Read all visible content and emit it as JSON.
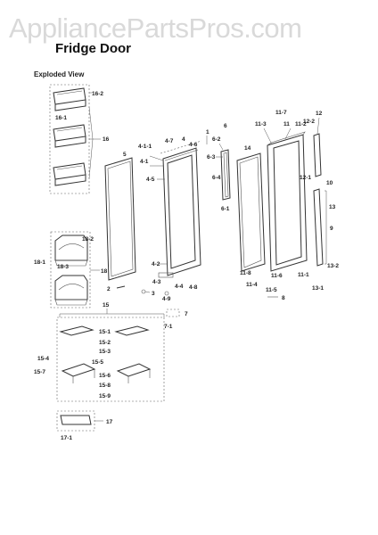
{
  "watermark": "AppliancePartsPros.com",
  "title": "Fridge Door",
  "subtitle": "Exploded View",
  "callouts": {
    "c16_2": "16-2",
    "c16_1": "16-1",
    "c16": "16",
    "c18_2": "18-2",
    "c18_1": "18-1",
    "c18_3": "18-3",
    "c18": "18",
    "c5": "5",
    "c2": "2",
    "c3": "3",
    "c4_1_1": "4-1-1",
    "c4_7": "4-7",
    "c4": "4",
    "c4_6": "4-6",
    "c4_1": "4-1",
    "c4_5": "4-5",
    "c4_2": "4-2",
    "c4_3": "4-3",
    "c4_4": "4-4",
    "c4_8": "4-8",
    "c4_9": "4-9",
    "c1": "1",
    "c6": "6",
    "c6_2": "6-2",
    "c6_3": "6-3",
    "c6_4": "6-4",
    "c6_1": "6-1",
    "c14": "14",
    "c11_7": "11-7",
    "c11_3": "11-3",
    "c11": "11",
    "c11_2": "11-2",
    "c12_2": "12-2",
    "c12": "12",
    "c12_1": "12-1",
    "c10": "10",
    "c13": "13",
    "c9": "9",
    "c13_2": "13-2",
    "c13_1": "13-1",
    "c11_1": "11-1",
    "c11_8": "11-8",
    "c11_6": "11-6",
    "c11_4": "11-4",
    "c11_5": "11-5",
    "c8": "8",
    "c7": "7",
    "c7_1": "7-1",
    "c15": "15",
    "c15_1": "15-1",
    "c15_2": "15-2",
    "c15_3": "15-3",
    "c15_4": "15-4",
    "c15_5": "15-5",
    "c15_6": "15-6",
    "c15_7": "15-7",
    "c15_8": "15-8",
    "c15_9": "15-9",
    "c17": "17",
    "c17_1": "17-1"
  }
}
